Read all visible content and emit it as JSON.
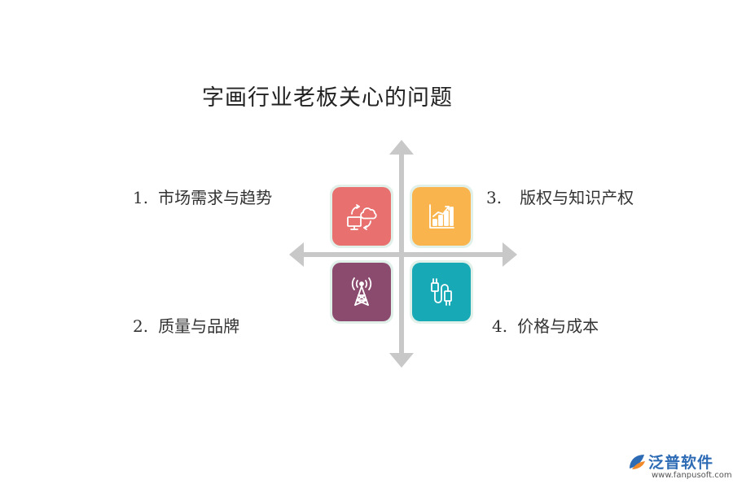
{
  "title": "字画行业老板关心的问题",
  "colors": {
    "axis": "#c8c8c8",
    "tile_border": "#e2f0ea",
    "tile_1": "#e8706e",
    "tile_2": "#f9b44e",
    "tile_3": "#8b4b6f",
    "tile_4": "#17a9b6",
    "icon": "#ffffff",
    "logo_blue": "#2e6bb5",
    "logo_orange": "#f08a2a"
  },
  "items": [
    {
      "number": "1.",
      "text": "市场需求与趋势",
      "icon": "cloud-computer-sync-icon"
    },
    {
      "number": "2.",
      "text": "质量与品牌",
      "icon": "signal-tower-icon"
    },
    {
      "number": "3.",
      "text": "版权与知识产权",
      "icon": "bar-chart-icon"
    },
    {
      "number": "4.",
      "text": "价格与成本",
      "icon": "usb-cable-icon"
    }
  ],
  "brand": {
    "name": "泛普软件",
    "url": "www.fanpusoft.com",
    "icon": "fanpu-logo-icon"
  }
}
